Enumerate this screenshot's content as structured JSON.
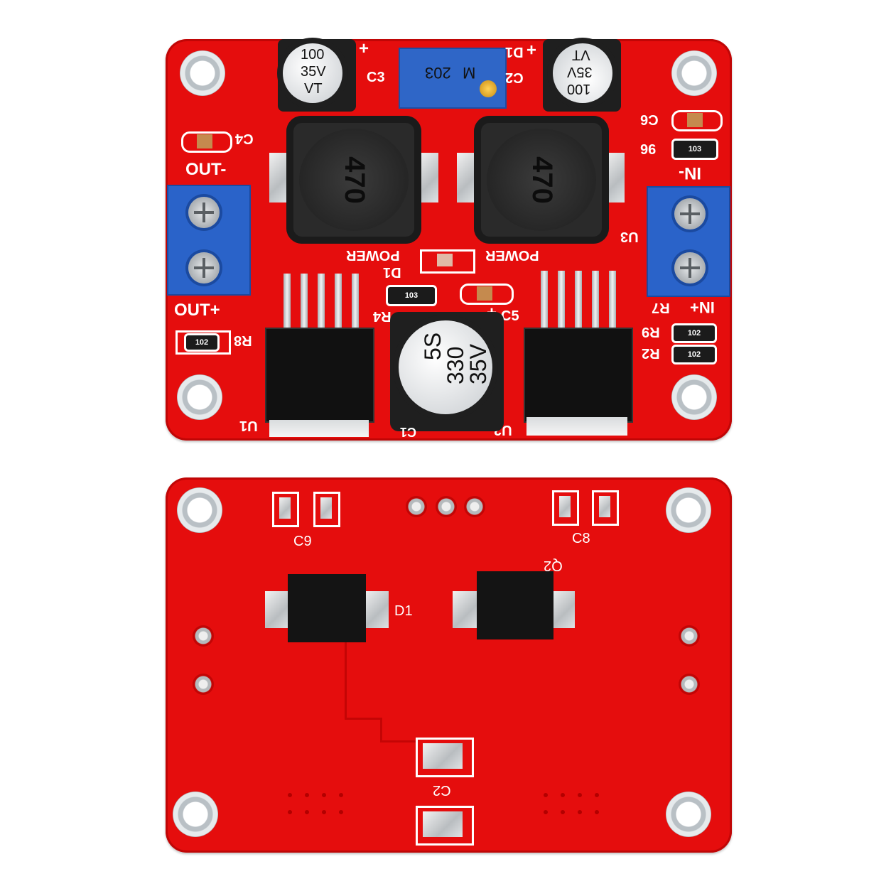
{
  "front": {
    "labels": {
      "out_minus": "OUT-",
      "out_plus": "OUT+",
      "in_minus": "IN-",
      "in_plus": "IN+",
      "c3": "C3",
      "c4": "C4",
      "c2": "C2",
      "d1_top": "D1",
      "plus_left": "+",
      "plus_right": "+",
      "c6": "C6",
      "r96": "96",
      "power_left": "POWER",
      "power_right": "POWER",
      "d1_mid": "D1",
      "r4": "R4",
      "c5": "C5",
      "c5_plus": "+",
      "r8": "R8",
      "r9": "R9",
      "r2": "R2",
      "r7": "R7",
      "u3": "U3",
      "u1": "U1",
      "u2": "U2",
      "c1": "C1"
    },
    "cap_left": [
      "100",
      "35V",
      "VT"
    ],
    "cap_right": [
      "100",
      "35V",
      "VT"
    ],
    "pot": {
      "label": "203",
      "mark": "M"
    },
    "inductor_left": "470",
    "inductor_right": "470",
    "big_cap": [
      "5S",
      "330",
      "35V"
    ],
    "resistors": {
      "r96": "103",
      "r4": "103",
      "r8": "102",
      "r9": "102",
      "r2": "102"
    }
  },
  "back": {
    "labels": {
      "c9": "C9",
      "c8": "C8",
      "d1": "D1",
      "q2": "Q2",
      "c2": "C2"
    }
  },
  "colors": {
    "pcb": "#e50d0d",
    "silkscreen": "#ffffff",
    "terminal": "#2a63c9",
    "pot": "#2f66c7"
  }
}
